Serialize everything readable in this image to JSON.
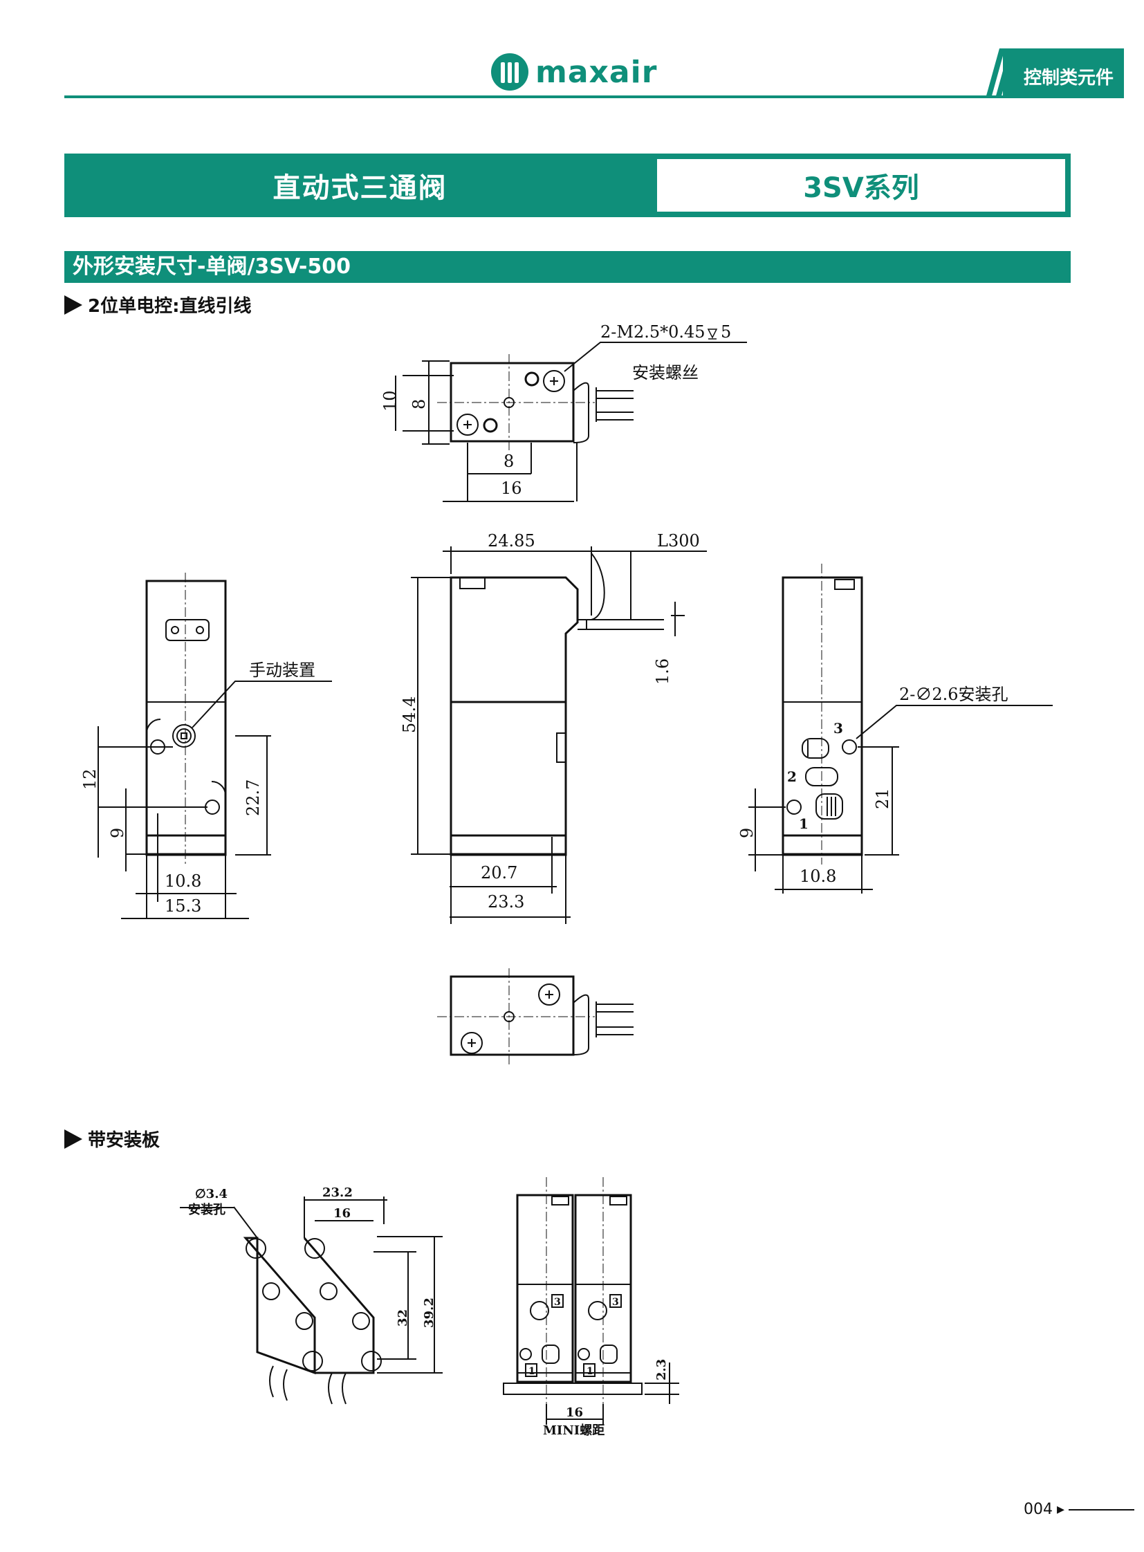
{
  "header": {
    "brand": "maxair",
    "category": "控制类元件",
    "accent_color": "#0f8f7a"
  },
  "title": {
    "left": "直动式三通阀",
    "right": "3SV系列"
  },
  "section": {
    "label": "外形安装尺寸-单阀/3SV-500"
  },
  "subsections": [
    {
      "label": "2位单电控:直线引线"
    },
    {
      "label": "带安装板"
    }
  ],
  "drawing_top": {
    "screw_spec": "2-M2.5*0.45",
    "screw_depth": "5",
    "screw_label": "安装螺丝",
    "dims": {
      "d10": "10",
      "d8v": "8",
      "d8h": "8",
      "d16": "16"
    }
  },
  "drawing_front": {
    "manual_label": "手动装置",
    "dims": {
      "d12": "12",
      "d9": "9",
      "d227": "22.7",
      "d108": "10.8",
      "d153": "15.3"
    }
  },
  "drawing_side": {
    "dims": {
      "d2485": "24.85",
      "dL300": "L300",
      "d544": "54.4",
      "d16": "1.6",
      "d207": "20.7",
      "d233": "23.3"
    }
  },
  "drawing_right": {
    "hole_label": "2-∅2.6安装孔",
    "ports": {
      "p1": "1",
      "p2": "2",
      "p3": "3"
    },
    "dims": {
      "d21": "21",
      "d9": "9",
      "d108": "10.8"
    }
  },
  "drawing_plate": {
    "hole_dia": "∅3.4",
    "hole_label": "安装孔",
    "dims": {
      "d232": "23.2",
      "d16": "16",
      "d32": "32",
      "d392": "39.2",
      "d23": "2.3",
      "d16b": "16"
    },
    "mini_label": "MINI螺距",
    "port1": "1",
    "port3": "3"
  },
  "footer": {
    "page": "004"
  }
}
